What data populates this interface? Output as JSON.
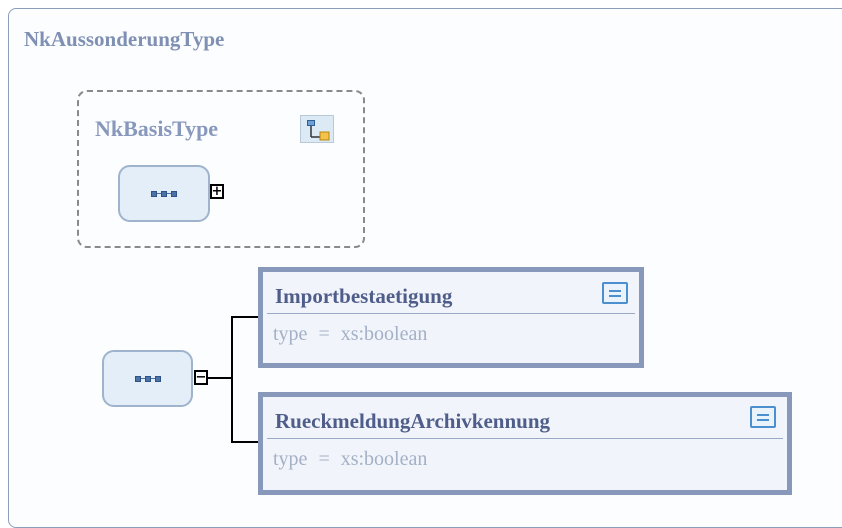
{
  "outer": {
    "title": "NkAussonderungType"
  },
  "base": {
    "title": "NkBasisType"
  },
  "elements": [
    {
      "name": "Importbestaetigung",
      "type_label": "type",
      "type_value": "xs:boolean"
    },
    {
      "name": "RueckmeldungArchivkennung",
      "type_label": "type",
      "type_value": "xs:boolean"
    }
  ],
  "symbols": {
    "expand": "+",
    "collapse": "−",
    "equals": "="
  }
}
